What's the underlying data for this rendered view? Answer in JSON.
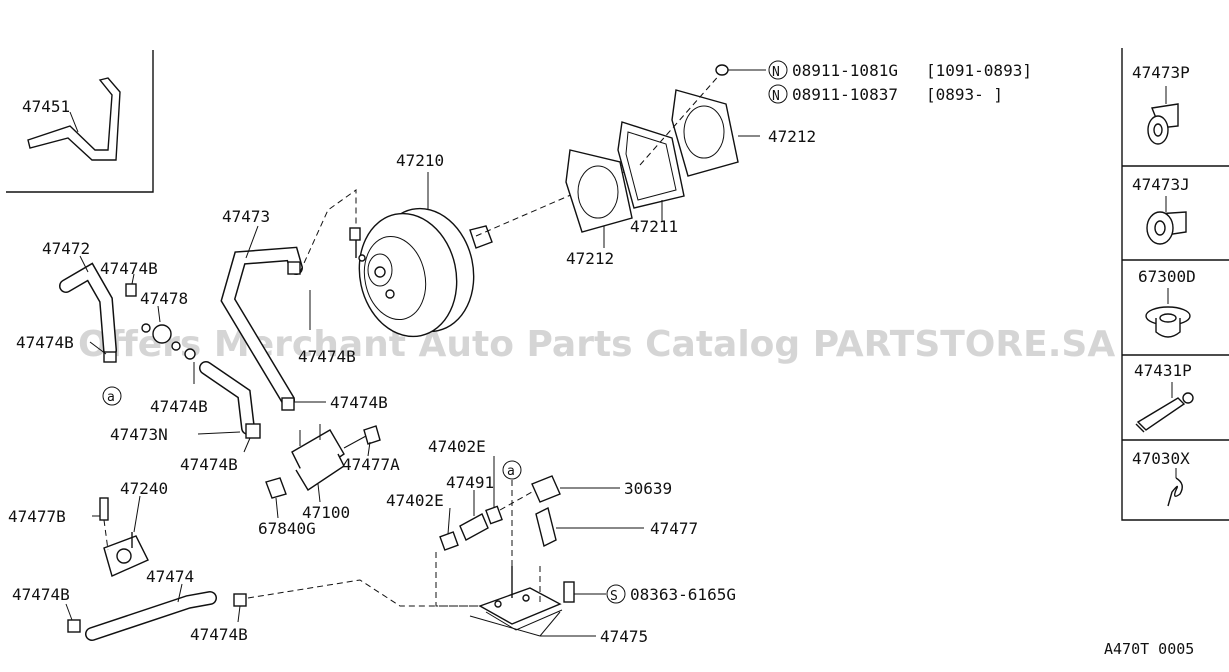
{
  "watermark": "Offers Merchant Auto Parts Catalog PARTSTORE.SA",
  "diagram_code": "A470T 0005",
  "callouts": {
    "c47451": "47451",
    "c47472": "47472",
    "c47474B_a": "47474B",
    "c47478": "47478",
    "c47474B_b": "47474B",
    "c47473": "47473",
    "c47474B_c": "47474B",
    "c47474B_d": "47474B",
    "c47474B_e": "47474B",
    "c47473N": "47473N",
    "c47474B_f": "47474B",
    "c47477A": "47477A",
    "c47100": "47100",
    "c67840G": "67840G",
    "c47240": "47240",
    "c47477B": "47477B",
    "c47474": "47474",
    "c47474B_g": "47474B",
    "c47474B_h": "47474B",
    "c47210": "47210",
    "c47212_a": "47212",
    "c47211": "47211",
    "c47212_b": "47212",
    "c47402E_a": "47402E",
    "c47491": "47491",
    "c47402E_b": "47402E",
    "c30639": "30639",
    "c47477": "47477",
    "c47475": "47475",
    "nut1_part": "08911-1081G",
    "nut1_range": "[1091-0893]",
    "nut2_part": "08911-10837",
    "nut2_range": "[0893-     ]",
    "bolt_part": "08363-6165G",
    "circle_n": "N",
    "circle_s": "S",
    "circle_a": "a"
  },
  "side_panel": [
    {
      "label": "47473P"
    },
    {
      "label": "47473J"
    },
    {
      "label": "67300D"
    },
    {
      "label": "47431P"
    },
    {
      "label": "47030X"
    }
  ]
}
